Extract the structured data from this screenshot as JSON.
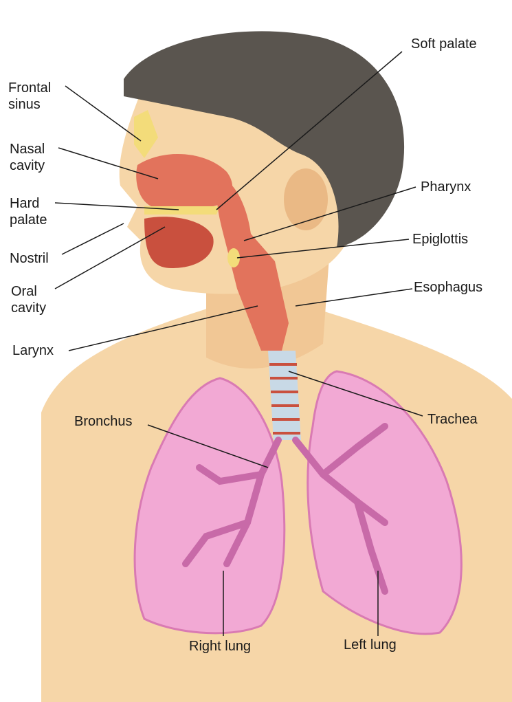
{
  "labels": {
    "frontal_sinus": "Frontal\nsinus",
    "nasal_cavity": "Nasal\ncavity",
    "hard_palate": "Hard\npalate",
    "nostril": "Nostril",
    "oral_cavity": "Oral\ncavity",
    "larynx": "Larynx",
    "soft_palate": "Soft palate",
    "pharynx": "Pharynx",
    "epiglottis": "Epiglottis",
    "esophagus": "Esophagus",
    "trachea": "Trachea",
    "bronchus": "Bronchus",
    "right_lung": "Right lung",
    "left_lung": "Left lung"
  },
  "colors": {
    "skin": "#f6d6a8",
    "skin_shadow": "#eab985",
    "hair": "#5a554f",
    "airway": "#e2735c",
    "airway_dark": "#c9503e",
    "sinus": "#f3dc7a",
    "lung": "#f2a9d4",
    "lung_edge": "#d97ab3",
    "bronchi": "#c86aa8",
    "trachea": "#c8d9e6",
    "leader": "#1a1a1a"
  }
}
